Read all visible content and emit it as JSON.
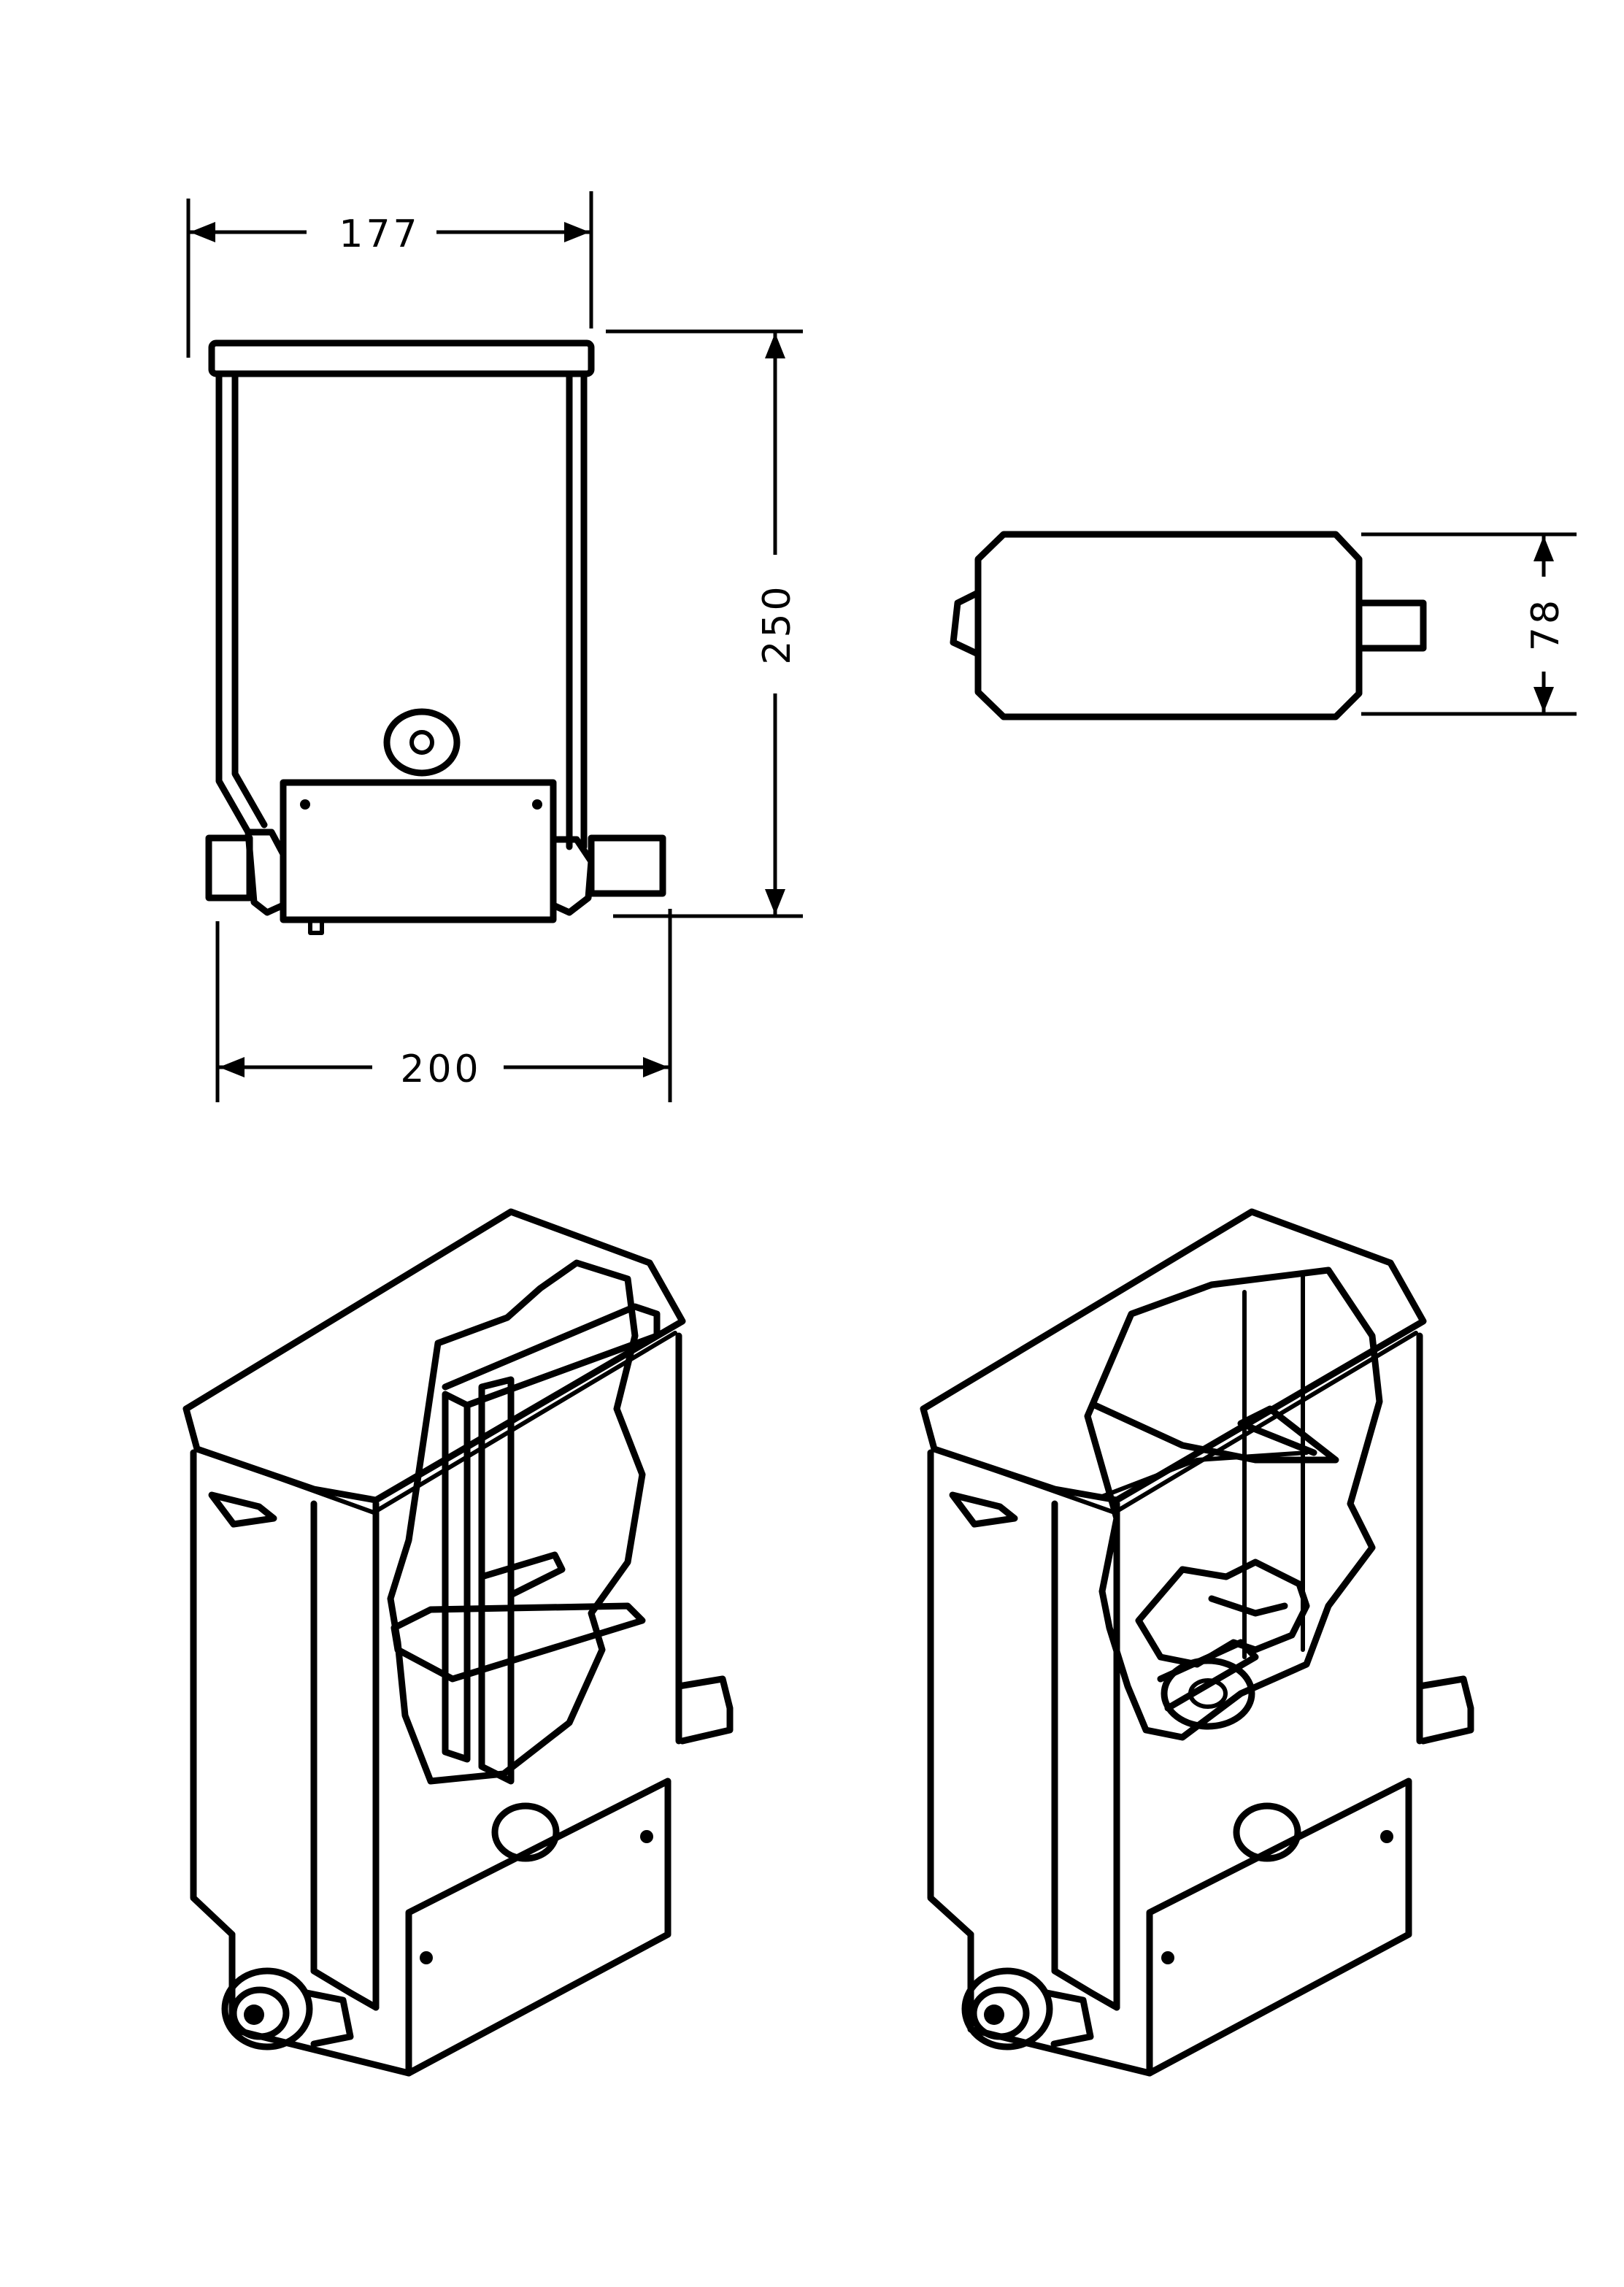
{
  "dimensions": {
    "width_top": "177",
    "height": "250",
    "width_bottom": "200",
    "depth": "78"
  }
}
